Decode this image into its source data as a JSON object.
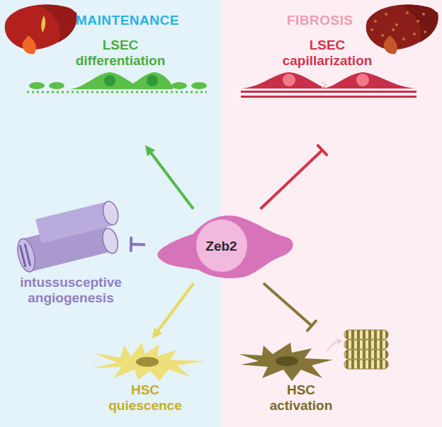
{
  "diagram": {
    "nodes": [
      {
        "text": [
          "Zeb2"
        ]
      },
      {
        "text": [
          "LSEC differentiation"
        ]
      },
      {
        "text": [
          "LSEC capillarization"
        ]
      },
      {
        "text": [
          "intussusceptive angiogenesis"
        ]
      },
      {
        "text": [
          "HSC quiescence"
        ]
      },
      {
        "text": [
          "HSC activation"
        ]
      }
    ],
    "edges": [
      {
        "from": 0,
        "to": 1,
        "arrow": "to"
      },
      {
        "from": 0,
        "to": 2,
        "arrow": "to"
      },
      {
        "from": 0,
        "to": 3,
        "arrow": "to"
      },
      {
        "from": 0,
        "to": 4,
        "arrow": "to"
      },
      {
        "from": 0,
        "to": 5,
        "arrow": "to"
      }
    ],
    "labels": [
      "MAINTENANCE",
      "FIBROSIS"
    ]
  }
}
